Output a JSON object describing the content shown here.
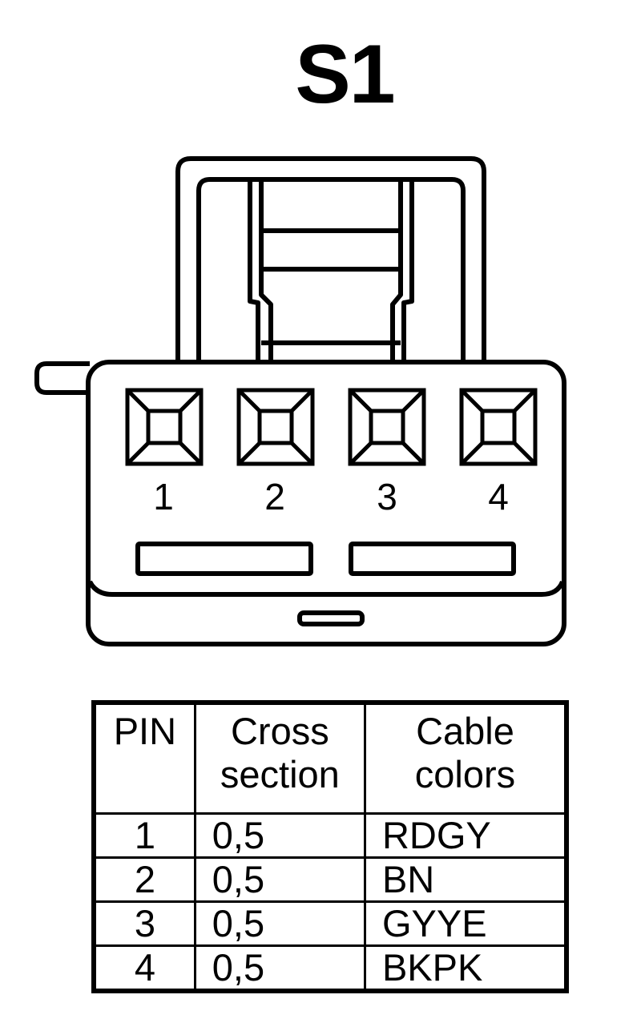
{
  "title": "S1",
  "connector": {
    "pin_labels": [
      "1",
      "2",
      "3",
      "4"
    ]
  },
  "table": {
    "headers": {
      "pin": "PIN",
      "cross_section": [
        "Cross",
        "section"
      ],
      "cable_colors": [
        "Cable",
        "colors"
      ]
    },
    "rows": [
      {
        "pin": "1",
        "cross_section": "0,5",
        "color": "RDGY"
      },
      {
        "pin": "2",
        "cross_section": "0,5",
        "color": "BN"
      },
      {
        "pin": "3",
        "cross_section": "0,5",
        "color": "GYYE"
      },
      {
        "pin": "4",
        "cross_section": "0,5",
        "color": "BKPK"
      }
    ]
  }
}
